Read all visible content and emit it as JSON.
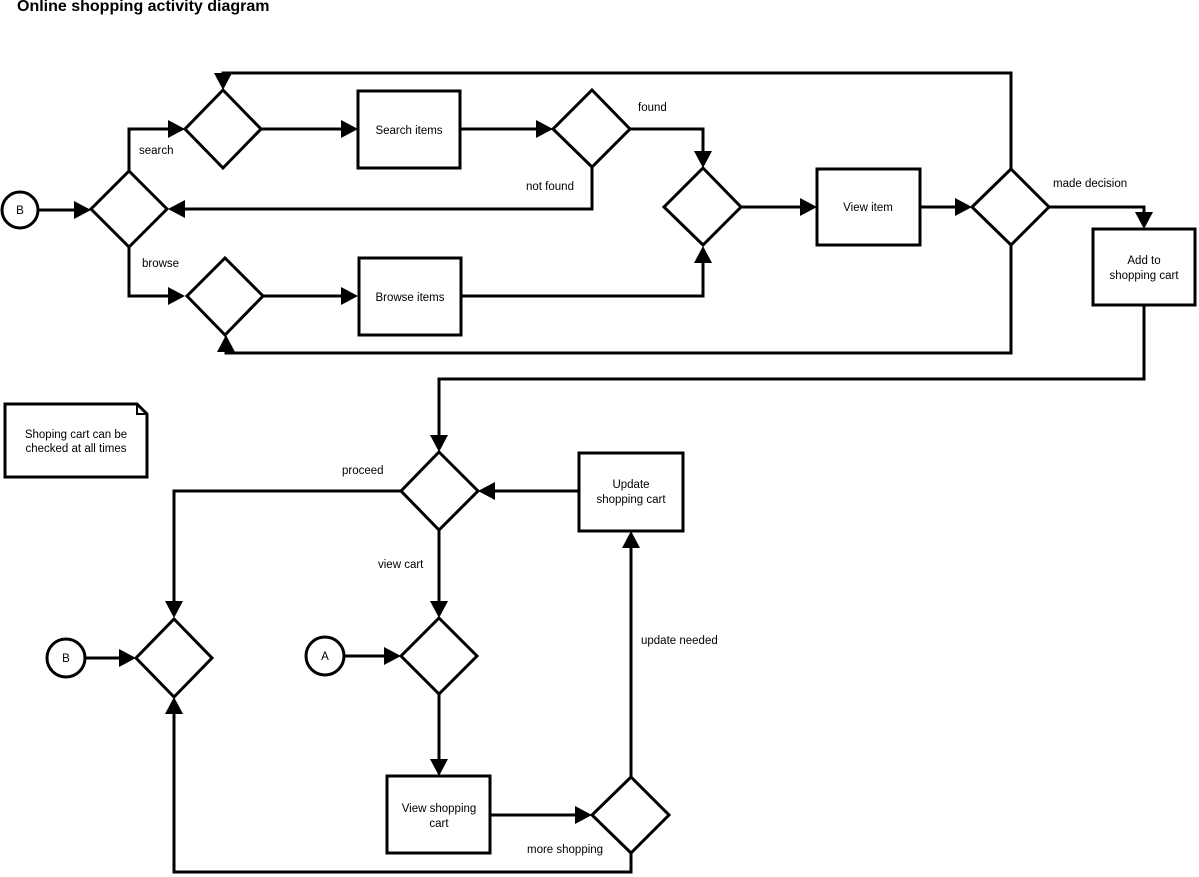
{
  "title": "Online shopping activity diagram",
  "nodes": {
    "connector_b_top": {
      "type": "connector",
      "label": "B"
    },
    "connector_b_bottom": {
      "type": "connector",
      "label": "B"
    },
    "connector_a": {
      "type": "connector",
      "label": "A"
    },
    "search_items": {
      "type": "activity",
      "lines": [
        "Search items"
      ]
    },
    "browse_items": {
      "type": "activity",
      "lines": [
        "Browse items"
      ]
    },
    "view_item": {
      "type": "activity",
      "lines": [
        "View item"
      ]
    },
    "add_to_cart": {
      "type": "activity",
      "lines": [
        "Add to",
        "shopping cart"
      ]
    },
    "update_cart": {
      "type": "activity",
      "lines": [
        "Update",
        "shopping cart"
      ]
    },
    "view_cart": {
      "type": "activity",
      "lines": [
        "View shopping",
        "cart"
      ]
    }
  },
  "note": {
    "lines": [
      "Shoping cart can be",
      "checked at all times"
    ]
  },
  "edge_labels": {
    "search": "search",
    "browse": "browse",
    "found": "found",
    "not_found": "not found",
    "made_decision": "made decision",
    "proceed": "proceed",
    "view_cart": "view cart",
    "update_needed": "update needed",
    "more_shopping": "more shopping"
  }
}
